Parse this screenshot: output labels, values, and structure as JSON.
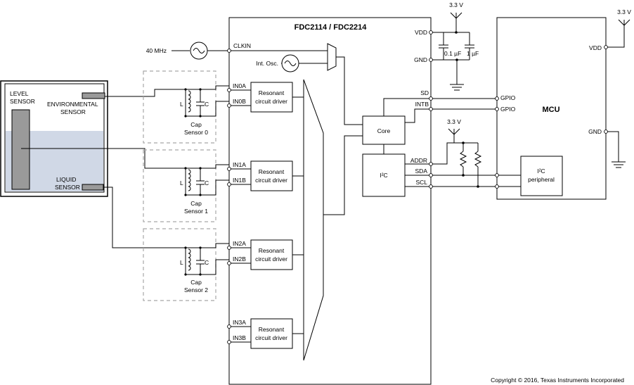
{
  "ic": {
    "title": "FDC2114 / FDC2214",
    "clkin": "CLKIN",
    "vdd": "VDD",
    "gnd": "GND",
    "sd": "SD",
    "intb": "INTB",
    "addr": "ADDR",
    "sda": "SDA",
    "scl": "SCL",
    "core": "Core",
    "i2c_block": "I²C",
    "osc_label": "Int. Osc.",
    "channels": [
      {
        "a": "IN0A",
        "b": "IN0B",
        "driver_line1": "Resonant",
        "driver_line2": "circuit driver"
      },
      {
        "a": "IN1A",
        "b": "IN1B",
        "driver_line1": "Resonant",
        "driver_line2": "circuit driver"
      },
      {
        "a": "IN2A",
        "b": "IN2B",
        "driver_line1": "Resonant",
        "driver_line2": "circuit driver"
      },
      {
        "a": "IN3A",
        "b": "IN3B",
        "driver_line1": "Resonant",
        "driver_line2": "circuit driver"
      }
    ]
  },
  "clock": {
    "ext_freq": "40 MHz"
  },
  "supply": {
    "ic_voltage": "3.3 V",
    "mcu_voltage": "3.3 V",
    "pullup_voltage": "3.3 V",
    "cap1": "0.1 µF",
    "cap2": "1 µF"
  },
  "mcu": {
    "title": "MCU",
    "vdd": "VDD",
    "gnd": "GND",
    "gpio1": "GPIO",
    "gpio2": "GPIO",
    "periph_line1": "I²C",
    "periph_line2": "peripheral"
  },
  "sensors": [
    {
      "l": "L",
      "c": "C",
      "line1": "Cap",
      "line2": "Sensor 0"
    },
    {
      "l": "L",
      "c": "C",
      "line1": "Cap",
      "line2": "Sensor 1"
    },
    {
      "l": "L",
      "c": "C",
      "line1": "Cap",
      "line2": "Sensor 2"
    }
  ],
  "tank": {
    "level_line1": "LEVEL",
    "level_line2": "SENSOR",
    "env_line1": "ENVIRONMENTAL",
    "env_line2": "SENSOR",
    "liquid_line1": "LIQUID",
    "liquid_line2": "SENSOR",
    "liquid_color": "#d0d8e6"
  },
  "copyright": "Copyright © 2016, Texas Instruments Incorporated"
}
